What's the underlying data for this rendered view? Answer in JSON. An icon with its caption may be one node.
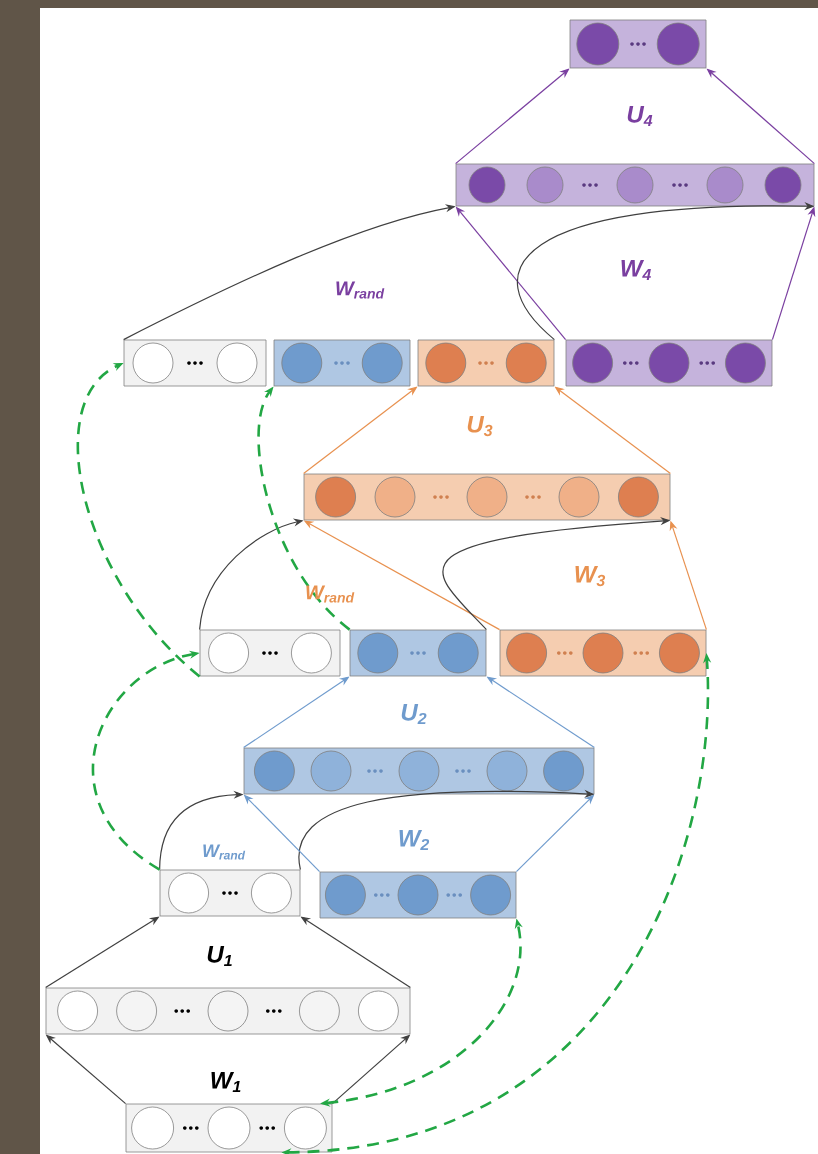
{
  "diagram": {
    "nodes": [
      {
        "text": [],
        "shape": "box"
      },
      {
        "text": [],
        "shape": "box"
      },
      {
        "text": [],
        "shape": "box"
      },
      {
        "text": [],
        "shape": "box"
      },
      {
        "text": [],
        "shape": "box"
      },
      {
        "text": [],
        "shape": "box"
      },
      {
        "text": [],
        "shape": "box"
      },
      {
        "text": [],
        "shape": "box"
      },
      {
        "text": [],
        "shape": "box"
      },
      {
        "text": [],
        "shape": "box"
      },
      {
        "text": [],
        "shape": "box"
      },
      {
        "text": [],
        "shape": "box"
      },
      {
        "text": [],
        "shape": "box"
      },
      {
        "text": [],
        "shape": "box"
      },
      {
        "text": [],
        "shape": "box"
      }
    ],
    "edges": [
      {
        "from": 14,
        "to": 13,
        "arrow": "to"
      },
      {
        "from": 14,
        "to": 13,
        "arrow": "to"
      },
      {
        "from": 13,
        "to": 11,
        "arrow": "to"
      },
      {
        "from": 13,
        "to": 11,
        "arrow": "to"
      },
      {
        "from": 11,
        "to": 10,
        "arrow": "to"
      },
      {
        "from": 11,
        "to": 10,
        "arrow": "to"
      },
      {
        "from": 12,
        "to": 10,
        "arrow": "to",
        "color": "#6f9bcd"
      },
      {
        "from": 12,
        "to": 10,
        "arrow": "to",
        "color": "#6f9bcd"
      },
      {
        "from": 10,
        "to": 8,
        "arrow": "to",
        "color": "#6f9bcd"
      },
      {
        "from": 10,
        "to": 8,
        "arrow": "to",
        "color": "#6f9bcd"
      },
      {
        "from": 9,
        "to": 6,
        "arrow": "to",
        "color": "#e8914f"
      },
      {
        "from": 9,
        "to": 6,
        "arrow": "to",
        "color": "#e8914f"
      },
      {
        "from": 7,
        "to": 6,
        "arrow": "to"
      },
      {
        "from": 8,
        "to": 6,
        "arrow": "to"
      },
      {
        "from": 6,
        "to": 4,
        "arrow": "to",
        "color": "#e8914f"
      },
      {
        "from": 6,
        "to": 4,
        "arrow": "to",
        "color": "#e8914f"
      },
      {
        "from": 5,
        "to": 1,
        "arrow": "to",
        "color": "#7a3fa0"
      },
      {
        "from": 5,
        "to": 1,
        "arrow": "to",
        "color": "#7a3fa0"
      },
      {
        "from": 2,
        "to": 1,
        "arrow": "to"
      },
      {
        "from": 4,
        "to": 1,
        "arrow": "to"
      },
      {
        "from": 1,
        "to": 0,
        "arrow": "to",
        "color": "#7a3fa0"
      },
      {
        "from": 1,
        "to": 0,
        "arrow": "to",
        "color": "#7a3fa0"
      },
      {
        "from": 14,
        "to": 12,
        "arrow": "both",
        "style": "dashed",
        "color": "#22a744"
      },
      {
        "from": 14,
        "to": 9,
        "arrow": "both",
        "style": "dashed",
        "color": "#22a744"
      },
      {
        "from": 11,
        "to": 7,
        "arrow": "to",
        "style": "dashed",
        "color": "#22a744"
      },
      {
        "from": 7,
        "to": 2,
        "arrow": "to",
        "style": "dashed",
        "color": "#22a744"
      },
      {
        "from": 8,
        "to": 3,
        "arrow": "to",
        "style": "dashed",
        "color": "#22a744"
      }
    ],
    "labels": [
      "U$_{4}$",
      "W$_{rand}$",
      "W$_{4}$",
      "U$_{3}$",
      "W$_{rand}$",
      "W$_{3}$",
      "U$_{2}$",
      "W$_{rand}$",
      "W$_{2}$",
      "U$_{1}$",
      "W$_{1}$"
    ]
  }
}
